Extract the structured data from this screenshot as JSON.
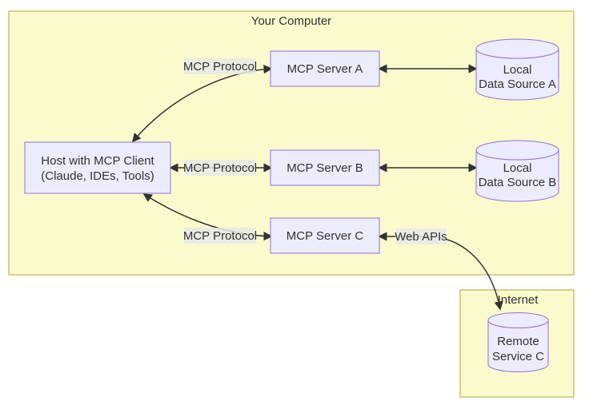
{
  "clusters": {
    "your_computer": {
      "label": "Your Computer"
    },
    "internet": {
      "label": "Internet"
    }
  },
  "nodes": {
    "host": {
      "line1": "Host with MCP Client",
      "line2": "(Claude, IDEs, Tools)"
    },
    "server_a": {
      "label": "MCP Server A"
    },
    "server_b": {
      "label": "MCP Server B"
    },
    "server_c": {
      "label": "MCP Server C"
    },
    "data_source_a": {
      "line1": "Local",
      "line2": "Data Source A"
    },
    "data_source_b": {
      "line1": "Local",
      "line2": "Data Source B"
    },
    "remote_service_c": {
      "line1": "Remote",
      "line2": "Service C"
    }
  },
  "edge_labels": {
    "protocol_a": "MCP Protocol",
    "protocol_b": "MCP Protocol",
    "protocol_c": "MCP Protocol",
    "web_apis": "Web APIs"
  },
  "colors": {
    "canvas": "#ffffff",
    "cluster_fill": "#fafacd",
    "cluster_border": "#aaaa33",
    "node_fill": "#ECECFF",
    "node_border": "#9370DB",
    "edge_label_bg": "#e8e8e8",
    "line": "#333333",
    "text": "#333333"
  }
}
